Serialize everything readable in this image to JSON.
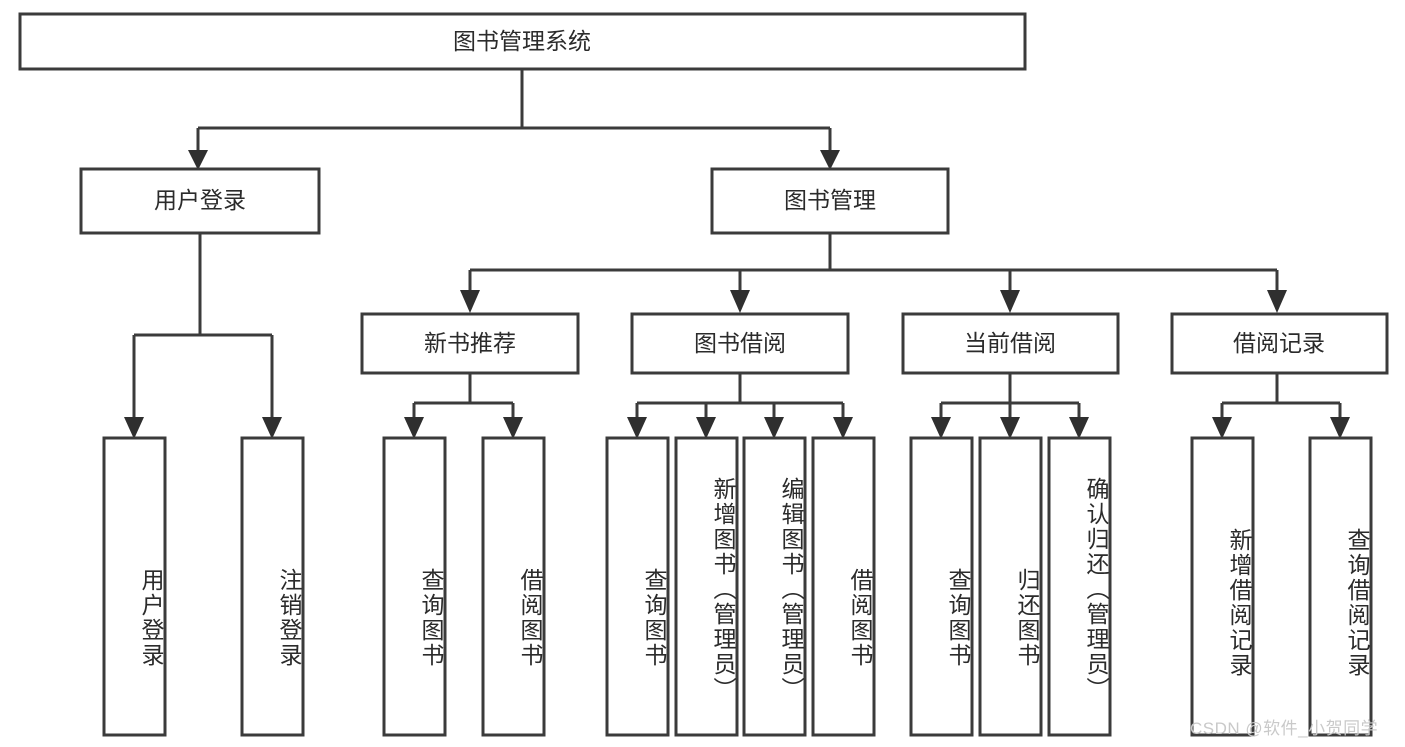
{
  "diagram": {
    "type": "hierarchy-tree",
    "title": "图书管理系统",
    "root": {
      "label": "图书管理系统"
    },
    "level2": [
      {
        "label": "用户登录"
      },
      {
        "label": "图书管理"
      }
    ],
    "level3": [
      {
        "label": "新书推荐"
      },
      {
        "label": "图书借阅"
      },
      {
        "label": "当前借阅"
      },
      {
        "label": "借阅记录"
      }
    ],
    "leaves": {
      "user_login": [
        {
          "label": "用户登录"
        },
        {
          "label": "注销登录"
        }
      ],
      "new_book": [
        {
          "label": "查询图书"
        },
        {
          "label": "借阅图书"
        }
      ],
      "book_borrow": [
        {
          "label": "查询图书"
        },
        {
          "label": "新增图书（管理员）"
        },
        {
          "label": "编辑图书（管理员）"
        },
        {
          "label": "借阅图书"
        }
      ],
      "current_borrow": [
        {
          "label": "查询图书"
        },
        {
          "label": "归还图书"
        },
        {
          "label": "确认归还（管理员）"
        }
      ],
      "borrow_record": [
        {
          "label": "新增借阅记录"
        },
        {
          "label": "查询借阅记录"
        }
      ]
    }
  },
  "watermark": {
    "text": "CSDN @软件_小贺同学"
  },
  "colors": {
    "box_stroke": "#3b3b3b",
    "connector": "#3b3b3b",
    "text": "#2b2b2b",
    "background": "#ffffff",
    "watermark": "#c9c9c9"
  }
}
